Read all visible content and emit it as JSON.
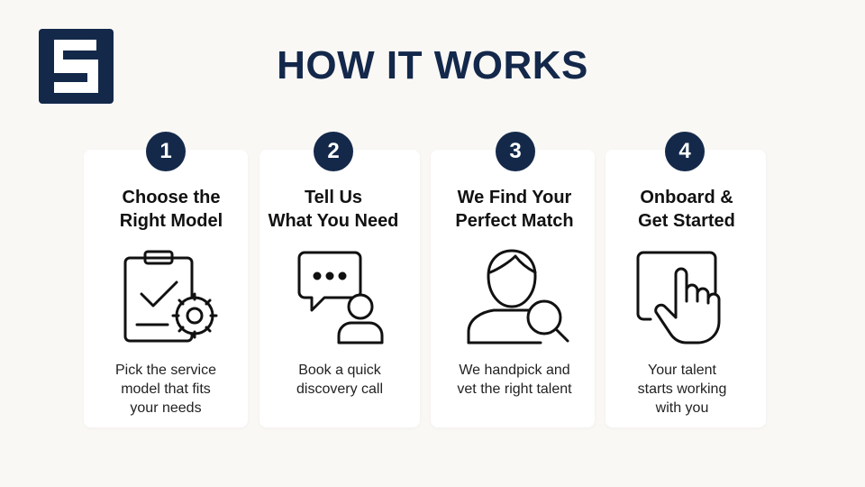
{
  "page": {
    "title": "HOW IT WORKS",
    "accent_color": "#14294a",
    "background_color": "#faf8f5"
  },
  "logo": {
    "icon": "s-logo-icon"
  },
  "steps": [
    {
      "number": "1",
      "title_line1": "Choose the",
      "title_line2": "Right Model",
      "icon": "clipboard-gear-icon",
      "desc_line1": "Pick the service",
      "desc_line2": "model that fits",
      "desc_line3": "your needs"
    },
    {
      "number": "2",
      "title_line1": "Tell Us",
      "title_line2": "What You Need",
      "icon": "chat-person-icon",
      "desc_line1": "Book a quick",
      "desc_line2": "discovery call",
      "desc_line3": ""
    },
    {
      "number": "3",
      "title_line1": "We Find Your",
      "title_line2": "Perfect Match",
      "icon": "person-search-icon",
      "desc_line1": "We handpick and",
      "desc_line2": "vet the right talent",
      "desc_line3": ""
    },
    {
      "number": "4",
      "title_line1": "Onboard &",
      "title_line2": "Get Started",
      "icon": "hand-pointer-icon",
      "desc_line1": "Your talent",
      "desc_line2": "starts working",
      "desc_line3": "with you"
    }
  ]
}
